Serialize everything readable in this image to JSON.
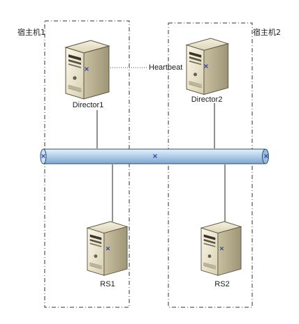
{
  "hosts": [
    {
      "label": "宿主机1"
    },
    {
      "label": "宿主机2"
    }
  ],
  "servers": [
    {
      "label": "Director1"
    },
    {
      "label": "Director2"
    },
    {
      "label": "RS1"
    },
    {
      "label": "RS2"
    }
  ],
  "links": {
    "heartbeat_label": "Heartbeat"
  }
}
